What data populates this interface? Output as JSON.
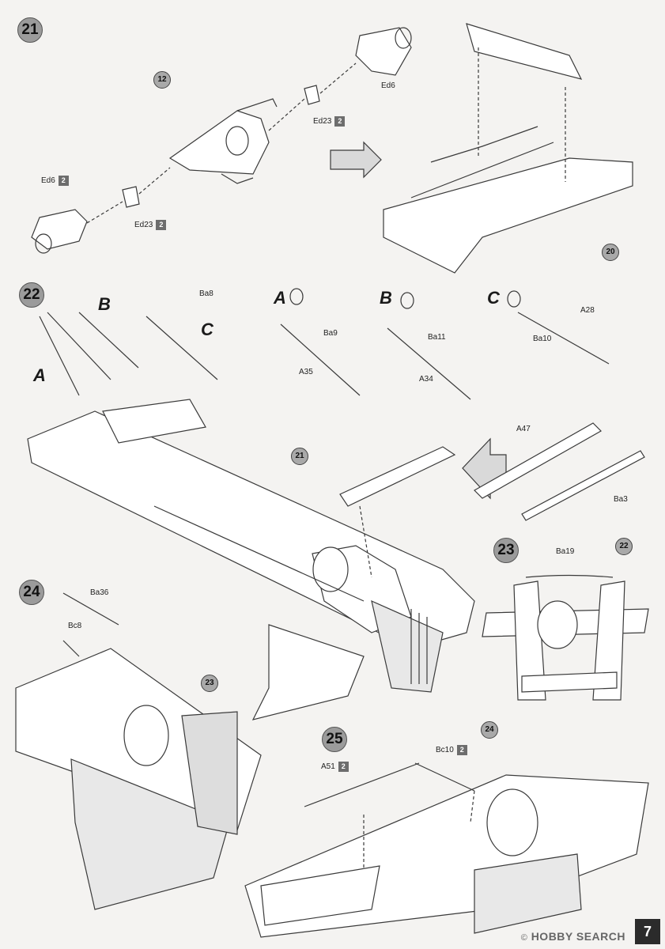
{
  "steps": {
    "s21": "21",
    "s22": "22",
    "s23": "23",
    "s24": "24",
    "s25": "25"
  },
  "callouts": {
    "c12": "12",
    "c20": "20",
    "c21": "21",
    "c22": "22",
    "c23": "23",
    "c24": "24"
  },
  "parts": {
    "ed6_top": "Ed6",
    "ed23_top": "Ed23",
    "ed23_top_qty": "2",
    "ed6_left": "Ed6",
    "ed6_left_qty": "2",
    "ed23_bottom": "Ed23",
    "ed23_bottom_qty": "2",
    "ba8": "Ba8",
    "ba9": "Ba9",
    "a35": "A35",
    "ba11": "Ba11",
    "a34": "A34",
    "ba10": "Ba10",
    "a28": "A28",
    "a47": "A47",
    "ba3": "Ba3",
    "ba19": "Ba19",
    "ba36": "Ba36",
    "bc8": "Bc8",
    "a51": "A51",
    "a51_qty": "2",
    "bc10": "Bc10",
    "bc10_qty": "2"
  },
  "subassemblies": {
    "a_left": "A",
    "b_left": "B",
    "c_left": "C",
    "a_mid": "A",
    "b_mid": "B",
    "c_mid": "C"
  },
  "footer": {
    "page_number": "7",
    "watermark": "HOBBY SEARCH",
    "watermark_mark": "©"
  }
}
